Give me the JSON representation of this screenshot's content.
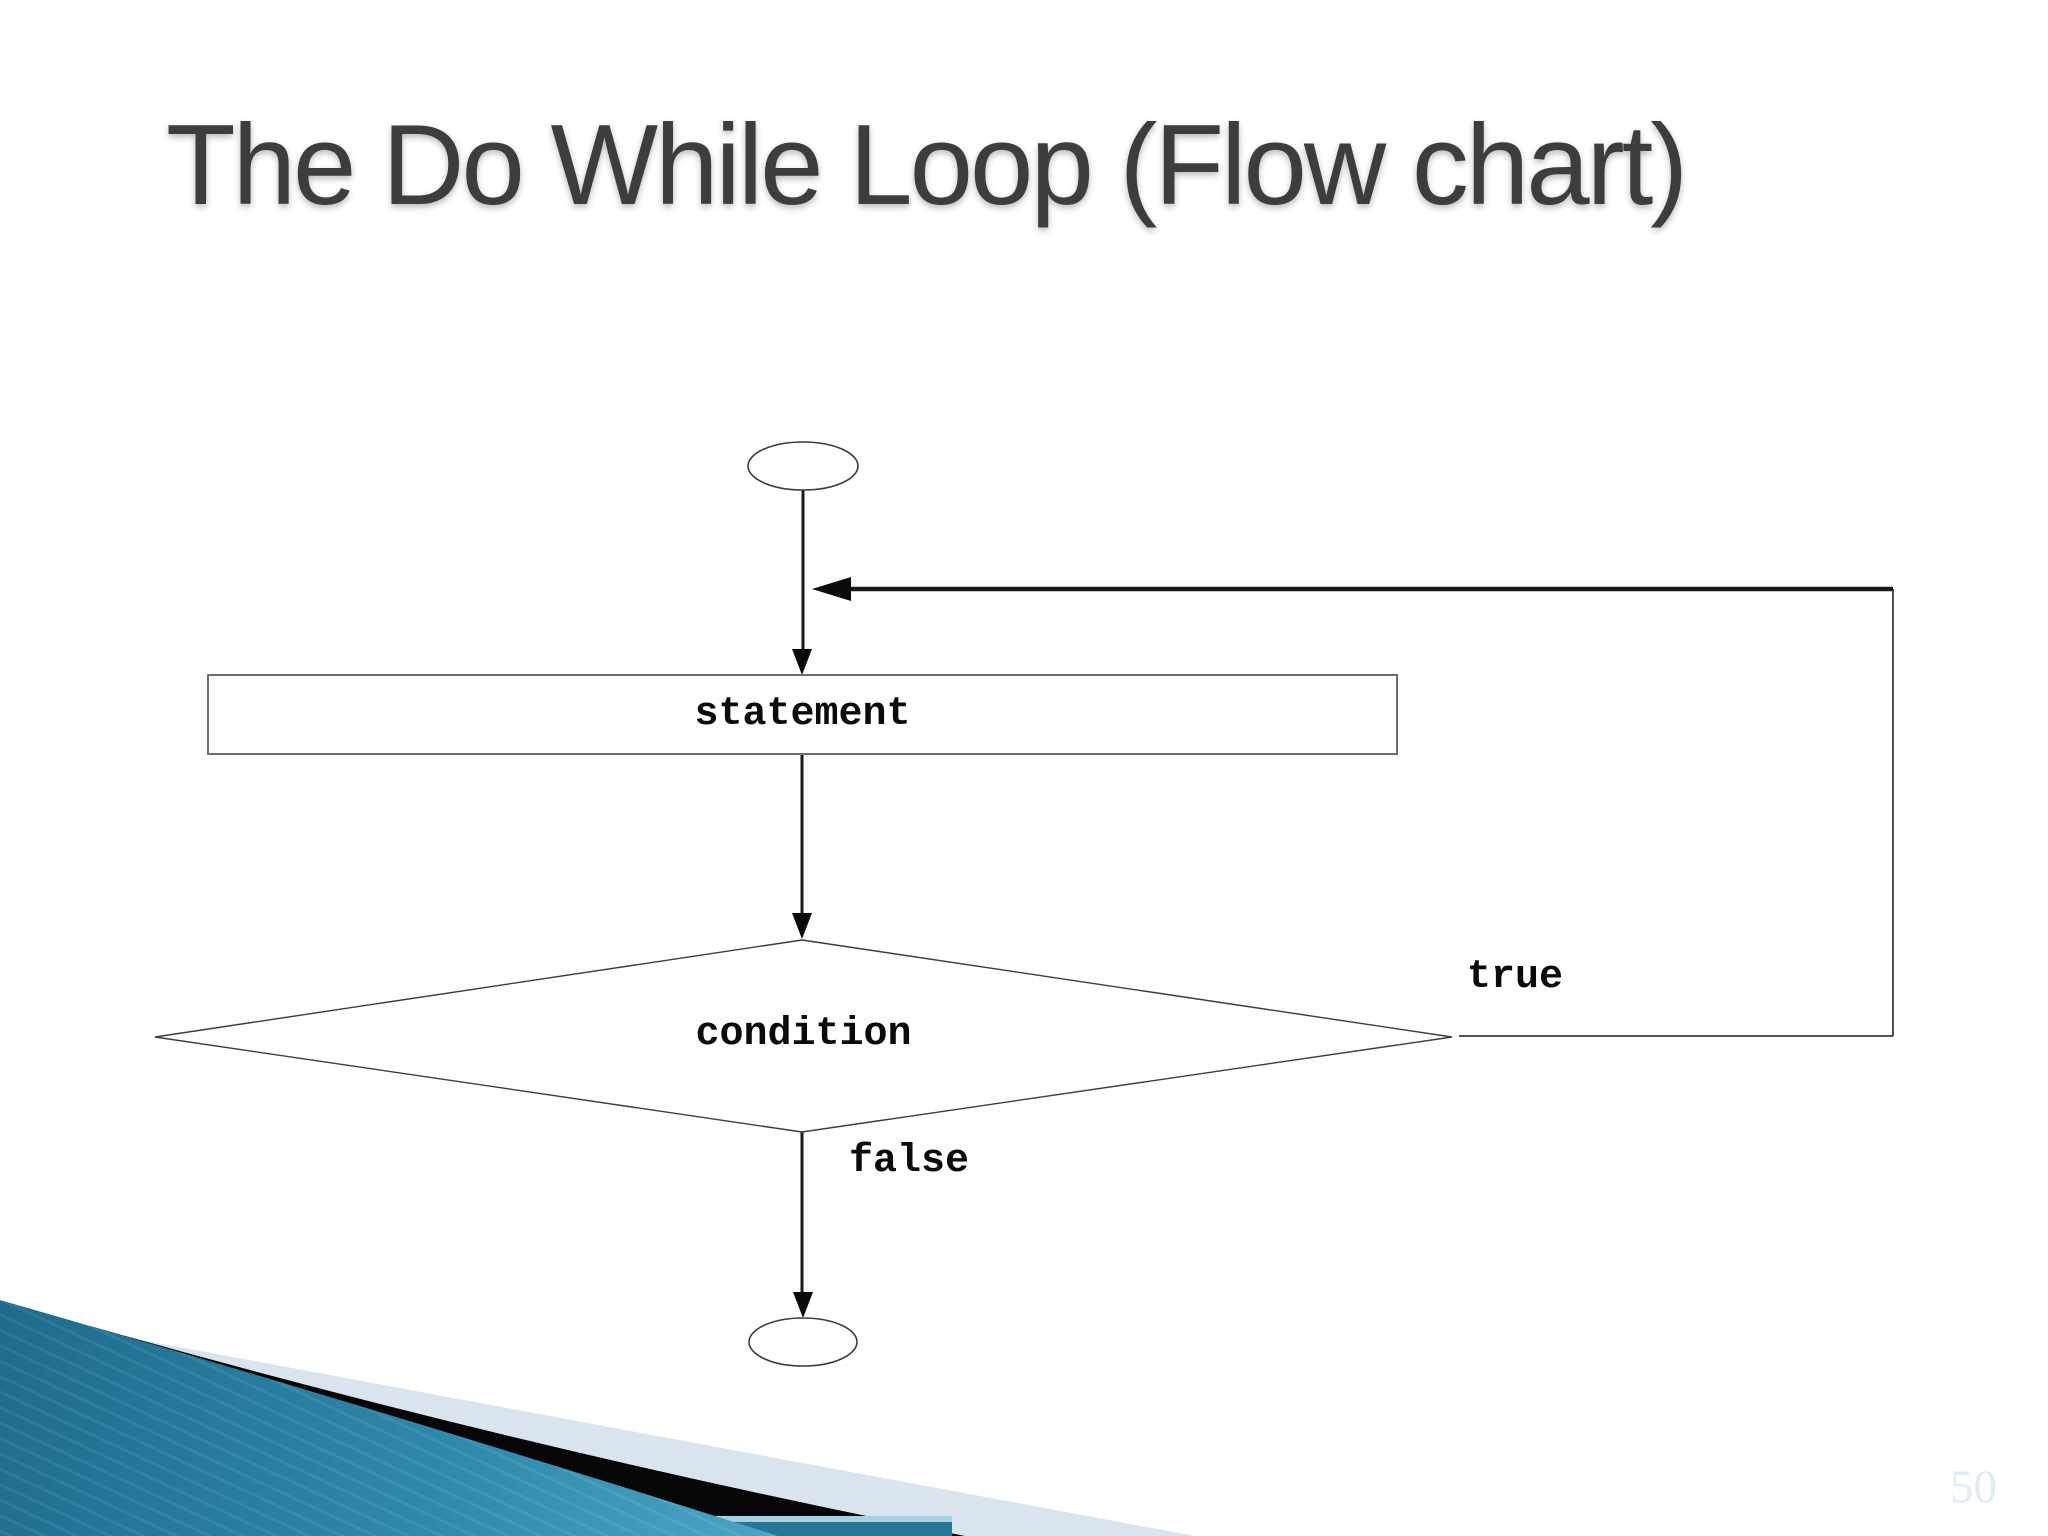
{
  "slide": {
    "title": "The Do While Loop (Flow chart)",
    "page_number": "50"
  },
  "flowchart": {
    "nodes": {
      "start": {
        "type": "terminator",
        "label": ""
      },
      "statement": {
        "type": "process",
        "label": "statement"
      },
      "condition": {
        "type": "decision",
        "label": "condition"
      },
      "end": {
        "type": "terminator",
        "label": ""
      }
    },
    "edges": {
      "true_label": "true",
      "false_label": "false"
    },
    "statement_label": "statement",
    "condition_label": "condition",
    "true_label": "true",
    "false_label": "false"
  },
  "colors": {
    "title_text": "#3d3d3d",
    "label_text": "#0a0a0a",
    "shape_stroke": "#3c3c3c",
    "process_border": "#6e6e6e",
    "accent_teal_dark": "#256f90",
    "accent_teal_light": "#48a2c2",
    "accent_black": "#060606",
    "accent_pale_blue": "#d9e4ee",
    "page_number_text": "#dcedf6"
  }
}
